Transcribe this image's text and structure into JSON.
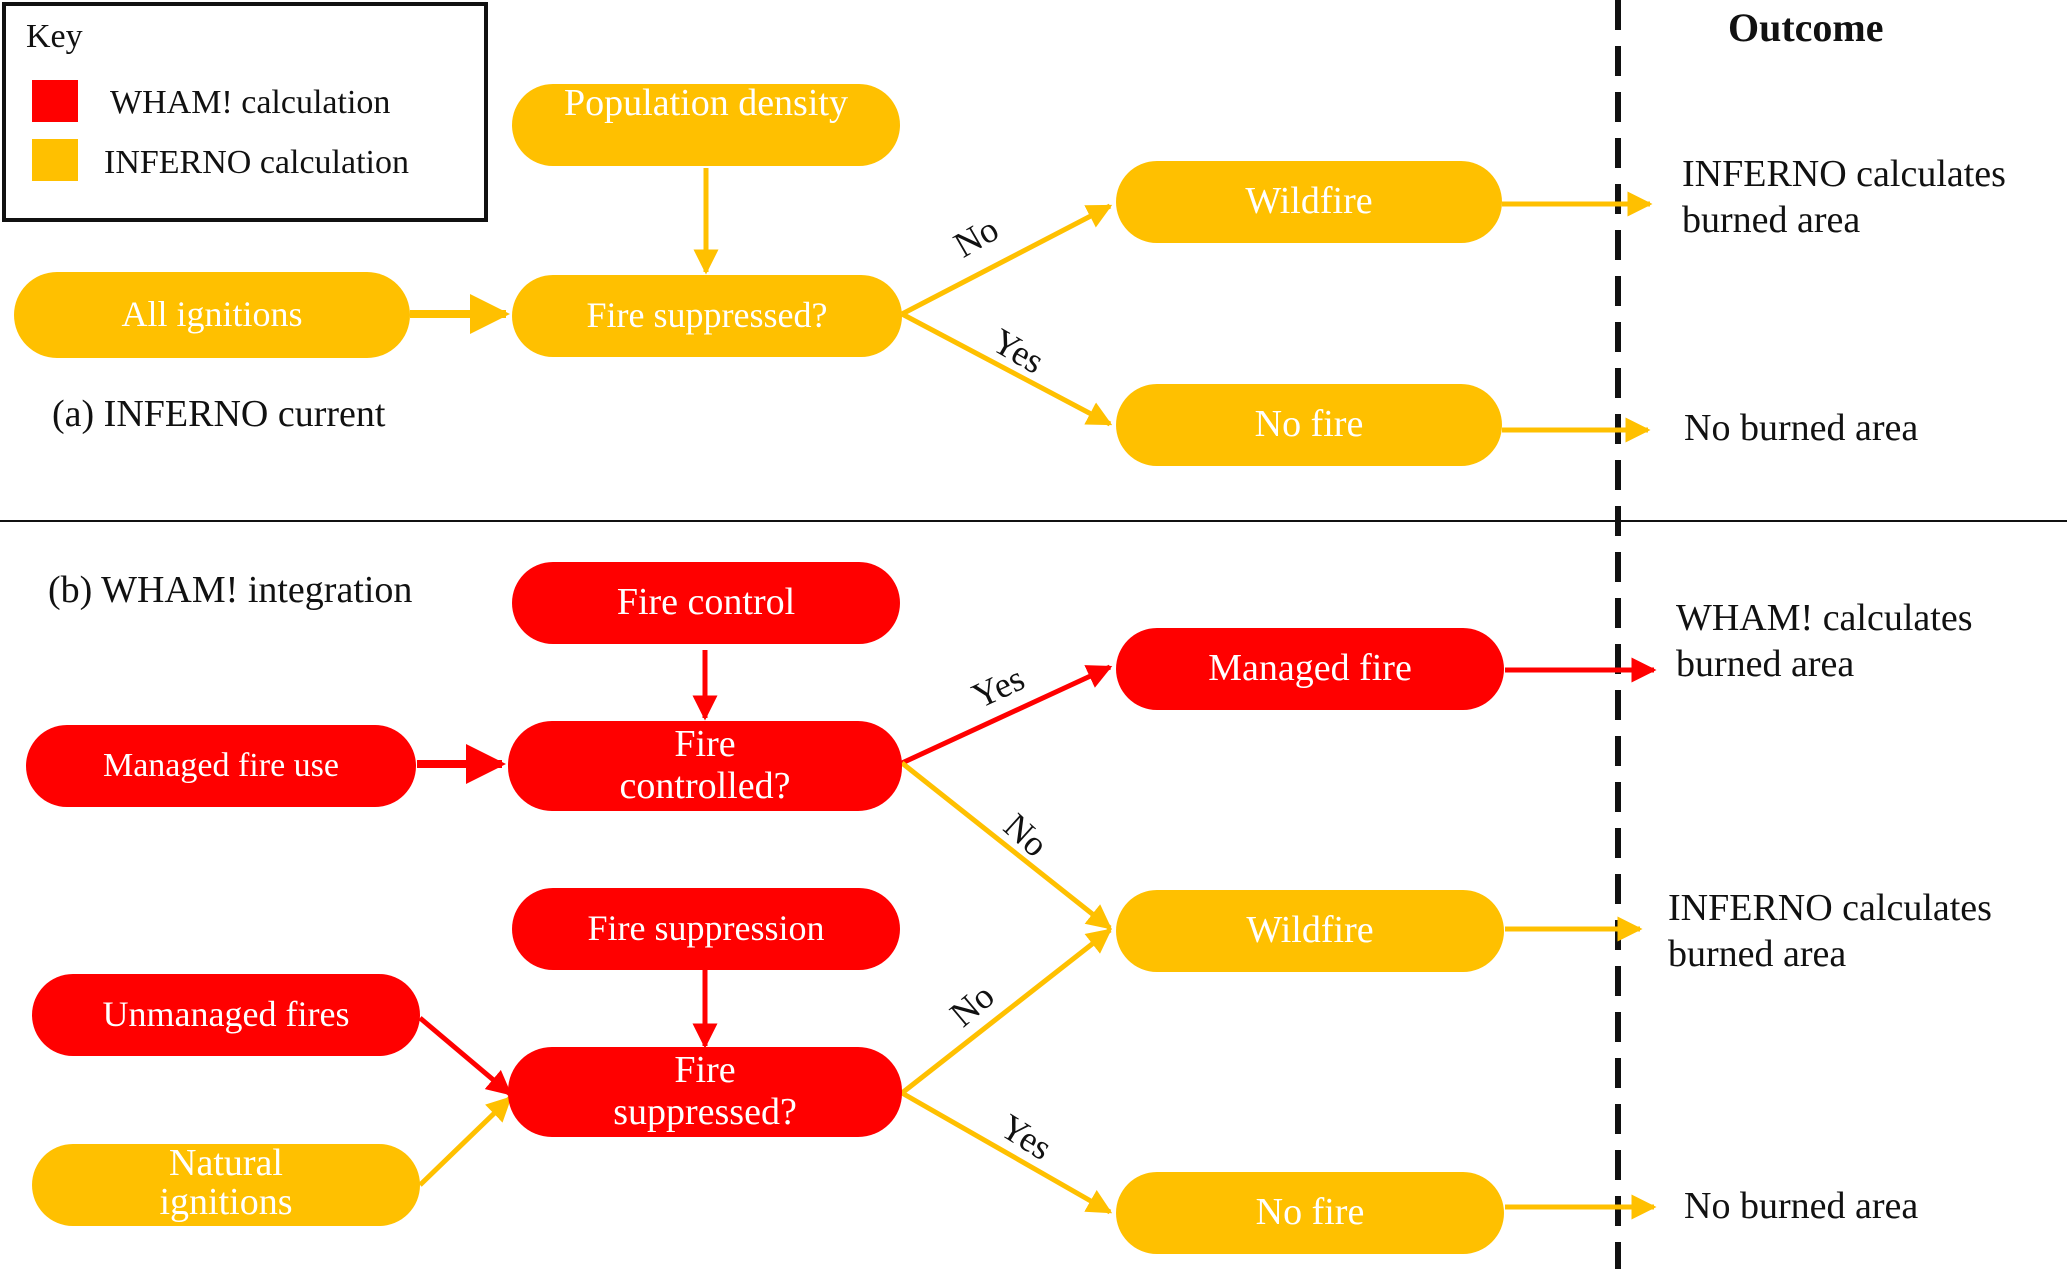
{
  "colors": {
    "wham": "#ff0000",
    "inferno": "#ffc000",
    "text": "#111111"
  },
  "legend": {
    "title": "Key",
    "items": [
      {
        "label": "WHAM! calculation",
        "color": "#ff0000"
      },
      {
        "label": "INFERNO calculation",
        "color": "#ffc000"
      }
    ]
  },
  "outcome_header": "Outcome",
  "panel_a": {
    "label": "(a) INFERNO current",
    "nodes": {
      "population_density": "Population density",
      "all_ignitions": "All ignitions",
      "fire_suppressed": "Fire suppressed?",
      "wildfire": "Wildfire",
      "no_fire": "No fire"
    },
    "branches": {
      "no": "No",
      "yes": "Yes"
    },
    "outcomes": {
      "wildfire_line1": "INFERNO calculates",
      "wildfire_line2": "burned area",
      "no_fire": "No burned area"
    }
  },
  "panel_b": {
    "label": "(b) WHAM! integration",
    "nodes": {
      "fire_control": "Fire control",
      "managed_fire_use": "Managed fire use",
      "fire_controlled_line1": "Fire",
      "fire_controlled_line2": "controlled?",
      "managed_fire": "Managed fire",
      "fire_suppression": "Fire suppression",
      "unmanaged_fires": "Unmanaged fires",
      "natural_ignitions_line1": "Natural",
      "natural_ignitions_line2": "ignitions",
      "fire_suppressed_line1": "Fire",
      "fire_suppressed_line2": "suppressed?",
      "wildfire": "Wildfire",
      "no_fire": "No fire"
    },
    "branches": {
      "controlled_yes": "Yes",
      "controlled_no": "No",
      "suppressed_no": "No",
      "suppressed_yes": "Yes"
    },
    "outcomes": {
      "managed_line1": "WHAM! calculates",
      "managed_line2": "burned area",
      "wildfire_line1": "INFERNO calculates",
      "wildfire_line2": "burned area",
      "no_fire": "No burned area"
    }
  }
}
